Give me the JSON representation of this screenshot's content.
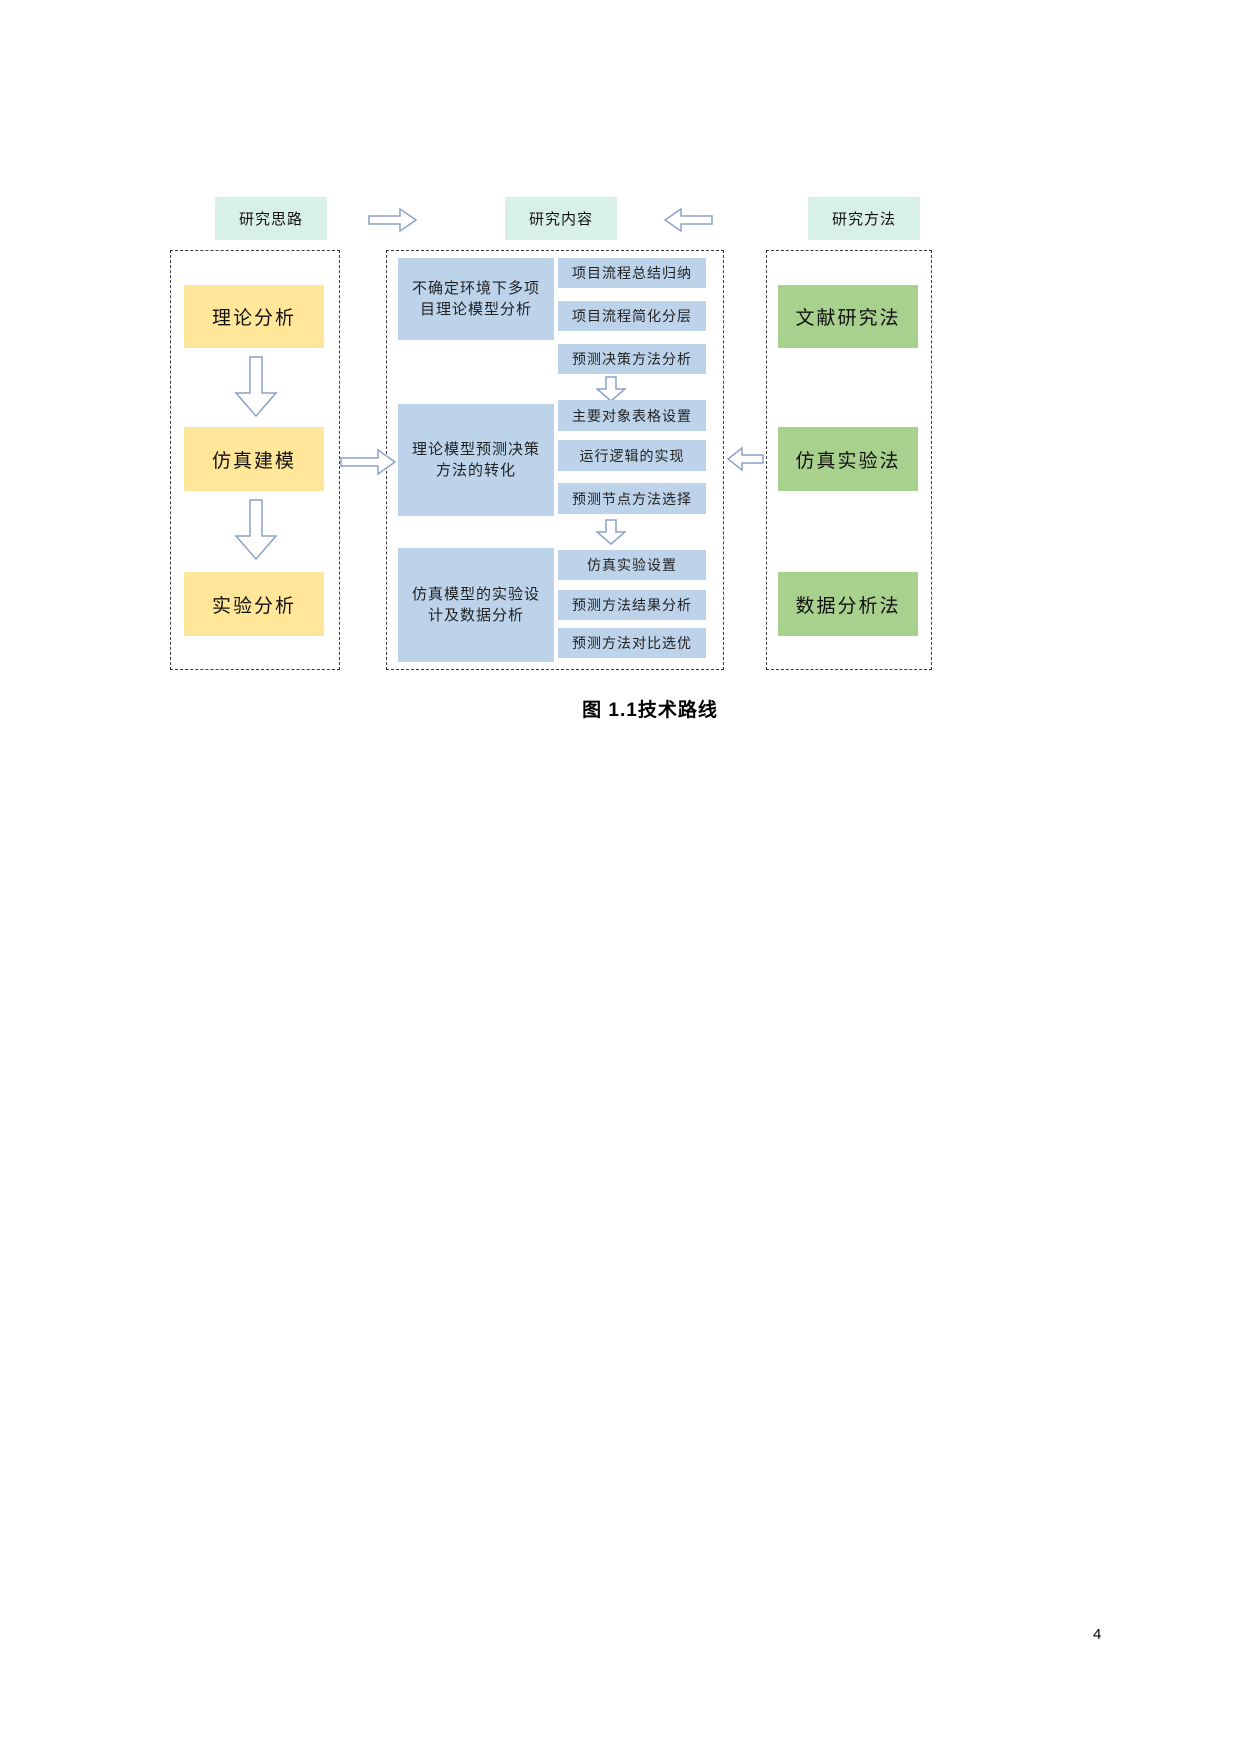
{
  "page_number": "4",
  "caption": "图 1.1技术路线",
  "colors": {
    "header_bg": "#d8f1e7",
    "yellow_box": "#ffe699",
    "blue_box": "#bcd3ea",
    "green_box": "#a9d18e",
    "arrow_outline": "#8aa2c9"
  },
  "headers": {
    "left": "研究思路",
    "middle": "研究内容",
    "right": "研究方法"
  },
  "left_column": {
    "boxes": [
      {
        "label": "理论分析"
      },
      {
        "label": "仿真建模"
      },
      {
        "label": "实验分析"
      }
    ]
  },
  "middle_column": {
    "groups": [
      {
        "main": "不确定环境下多项目理论模型分析",
        "items": [
          "项目流程总结归纳",
          "项目流程简化分层",
          "预测决策方法分析"
        ]
      },
      {
        "main": "理论模型预测决策方法的转化",
        "items": [
          "主要对象表格设置",
          "运行逻辑的实现",
          "预测节点方法选择"
        ]
      },
      {
        "main": "仿真模型的实验设计及数据分析",
        "items": [
          "仿真实验设置",
          "预测方法结果分析",
          "预测方法对比选优"
        ]
      }
    ]
  },
  "right_column": {
    "boxes": [
      {
        "label": "文献研究法"
      },
      {
        "label": "仿真实验法"
      },
      {
        "label": "数据分析法"
      }
    ]
  }
}
